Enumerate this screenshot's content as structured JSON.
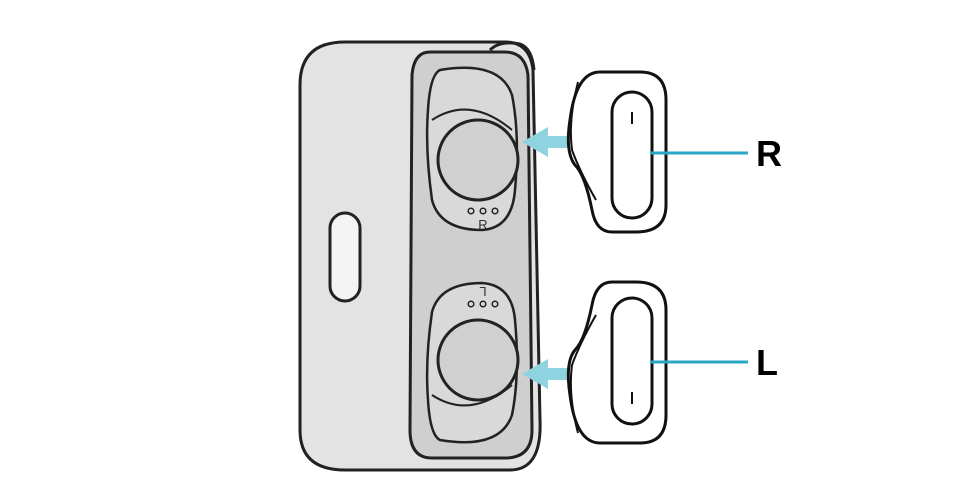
{
  "callouts": {
    "right": {
      "label": "R"
    },
    "left": {
      "label": "L"
    }
  },
  "slots": {
    "right": {
      "mark": "R"
    },
    "left": {
      "mark": "L"
    }
  },
  "colors": {
    "case_fill": "#e3e3e3",
    "tray_fill": "#cfcfcf",
    "bud_fill": "#d6d6d6",
    "stroke": "#222222",
    "arrow": "#8fd3e0",
    "leader": "#29a7c4"
  }
}
